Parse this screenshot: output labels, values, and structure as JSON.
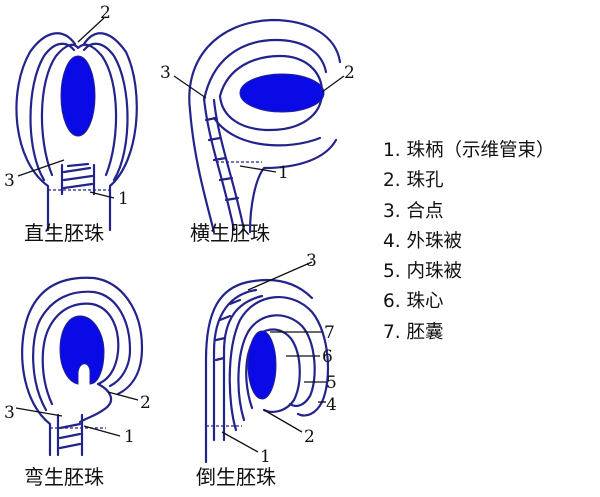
{
  "captions": {
    "orthotropous": "直生胚珠",
    "campylotropous_h": "横生胚珠",
    "curved": "弯生胚珠",
    "anatropous": "倒生胚珠"
  },
  "labels": {
    "n1": "1",
    "n2": "2",
    "n3": "3",
    "n4": "4",
    "n5": "5",
    "n6": "6",
    "n7": "7"
  },
  "legend": [
    "1. 珠柄（示维管束）",
    "2. 珠孔",
    "3. 合点",
    "4. 外珠被",
    "5. 内珠被",
    "6. 珠心",
    "7. 胚囊"
  ],
  "colors": {
    "embryo_sac": "#0a0ae6",
    "outline": "#23238c"
  }
}
